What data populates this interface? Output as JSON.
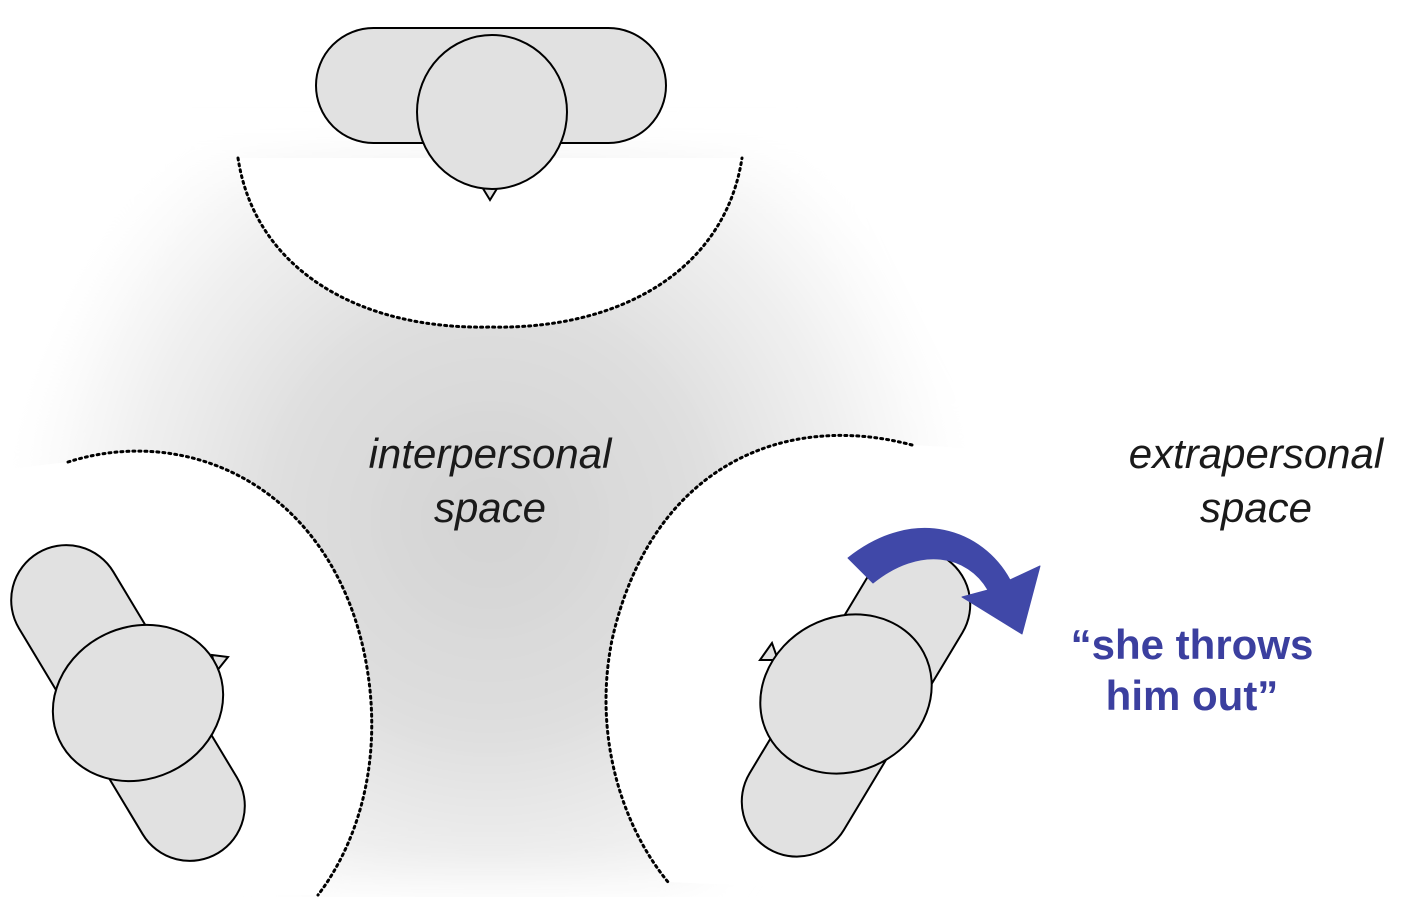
{
  "labels": {
    "interpersonal": [
      "interpersonal",
      "space"
    ],
    "extrapersonal": [
      "extrapersonal",
      "space"
    ],
    "utterance": [
      "“she throws",
      "him out”"
    ]
  },
  "colors": {
    "figure_fill": "#e1e1e1",
    "figure_stroke": "#000000",
    "space_shade": "#cfcfcf",
    "arrow": "#4048a8",
    "utterance_text": "#3b3f9f"
  }
}
